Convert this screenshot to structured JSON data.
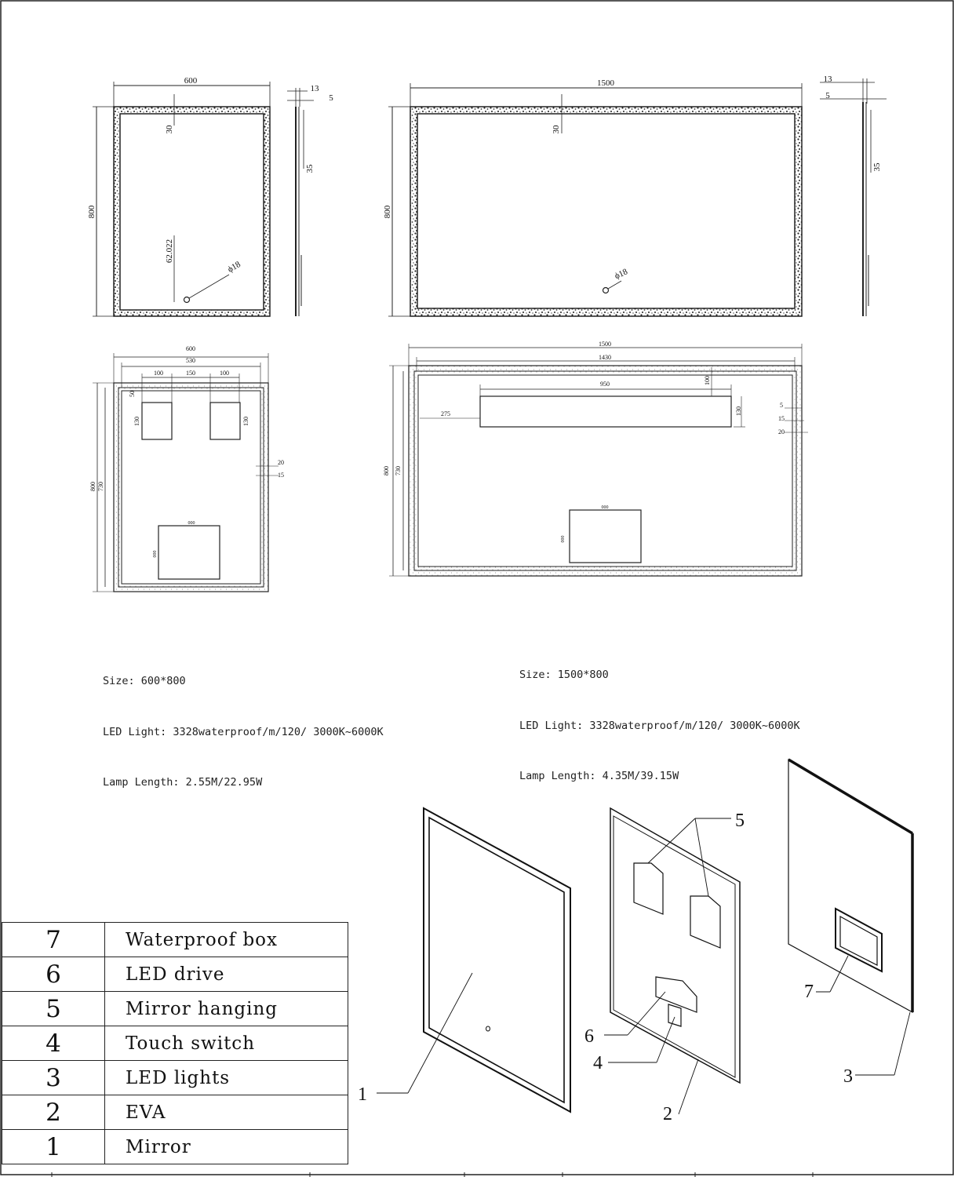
{
  "front_600": {
    "width": "600",
    "height": "800",
    "edge_offset": "30",
    "switch_offset": "62.022",
    "switch_dia": "ϕ18"
  },
  "side_600": {
    "t1": "13",
    "t2": "5",
    "t3": "35"
  },
  "front_1500": {
    "width": "1500",
    "height": "800",
    "edge_offset": "30",
    "switch_dia": "ϕ18"
  },
  "side_1500": {
    "t1": "13",
    "t2": "5",
    "t3": "35"
  },
  "back_600": {
    "outer": "600",
    "inner": "530",
    "hanger_gap_l": "100",
    "hanger_gap_m": "150",
    "hanger_gap_r": "100",
    "hanger_top": "50",
    "hanger_h_l": "130",
    "hanger_h_r": "130",
    "height": "800",
    "inner_height": "730",
    "border_a": "20",
    "border_b": "15",
    "box_w": "000",
    "box_h": "000"
  },
  "back_1500": {
    "outer": "1500",
    "inner": "1430",
    "bar_w": "950",
    "bar_h": "100",
    "bar_left": "275",
    "bar_side": "130",
    "border_a": "5",
    "border_b": "15",
    "border_c": "20",
    "height": "800",
    "inner_height": "730",
    "box_w": "000",
    "box_h": "000"
  },
  "spec_600": {
    "line1": "Size: 600*800",
    "line2": "LED Light: 3328waterproof/m/120/ 3000K~6000K",
    "line3": "Lamp Length: 2.55M/22.95W"
  },
  "spec_1500": {
    "line1": "Size: 1500*800",
    "line2": "LED Light: 3328waterproof/m/120/ 3000K~6000K",
    "line3": "Lamp Length: 4.35M/39.15W"
  },
  "parts": [
    {
      "num": "7",
      "label": "Waterproof box"
    },
    {
      "num": "6",
      "label": "LED drive"
    },
    {
      "num": "5",
      "label": "Mirror hanging"
    },
    {
      "num": "4",
      "label": "Touch switch"
    },
    {
      "num": "3",
      "label": "LED lights"
    },
    {
      "num": "2",
      "label": "EVA"
    },
    {
      "num": "1",
      "label": "Mirror"
    }
  ],
  "callouts": {
    "c1": "1",
    "c2": "2",
    "c3": "3",
    "c4": "4",
    "c5": "5",
    "c6": "6",
    "c7": "7"
  }
}
